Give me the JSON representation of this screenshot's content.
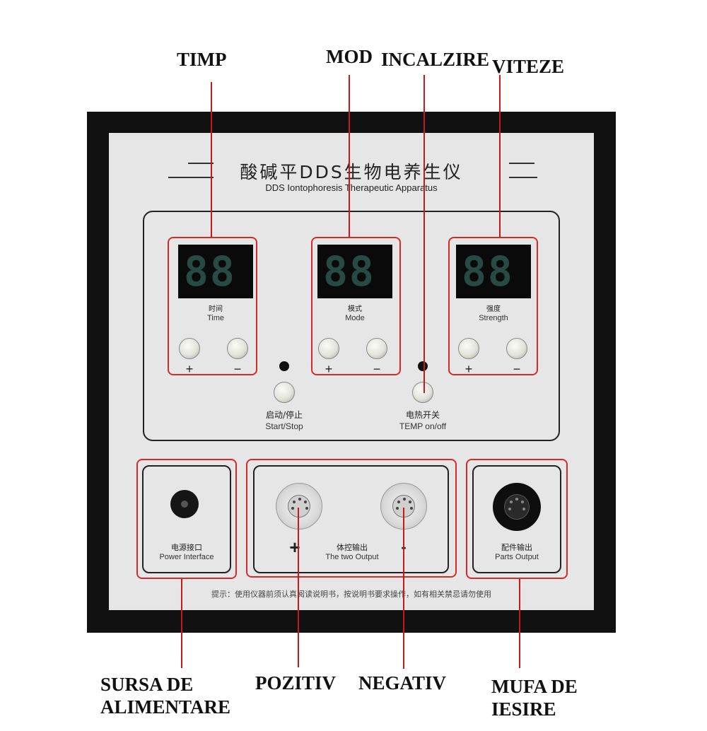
{
  "callouts": {
    "timp": "TIMP",
    "mod": "MOD",
    "incalzire": "INCALZIRE",
    "viteze": "VITEZE",
    "sursa_line1": "SURSA DE",
    "sursa_line2": "ALIMENTARE",
    "pozitiv": "POZITIV",
    "negativ": "NEGATIV",
    "mufa_line1": "MUFA DE",
    "mufa_line2": "IESIRE"
  },
  "device": {
    "title_cn": "酸碱平DDS生物电养生仪",
    "title_en": "DDS Iontophoresis Therapeutic Apparatus",
    "time": {
      "display": "88",
      "label_cn": "时间",
      "label_en": "Time",
      "plus": "+",
      "minus": "−"
    },
    "mode": {
      "display": "88",
      "label_cn": "模式",
      "label_en": "Mode",
      "plus": "+",
      "minus": "−"
    },
    "strength": {
      "display": "88",
      "label_cn": "强度",
      "label_en": "Strength",
      "plus": "+",
      "minus": "−"
    },
    "start_stop": {
      "label_cn": "启动/停止",
      "label_en": "Start/Stop"
    },
    "temp": {
      "label_cn": "电热开关",
      "label_en": "TEMP  on/off"
    },
    "power": {
      "label_cn": "电源接口",
      "label_en": "Power Interface"
    },
    "two_output": {
      "label_cn": "体控输出",
      "label_en": "The two Output",
      "positive_sign": "+",
      "negative_sign": "-"
    },
    "parts_output": {
      "label_cn": "配件输出",
      "label_en": "Parts Output"
    },
    "notice": "提示：使用仪器前须认真阅读说明书，按说明书要求操作，如有相关禁忌请勿使用"
  },
  "colors": {
    "callout_line": "#c61a1a",
    "highlight_box": "#d42a2a",
    "frame": "#111111",
    "panel": "#e6e6e6",
    "segment_digit": "#274a45"
  }
}
